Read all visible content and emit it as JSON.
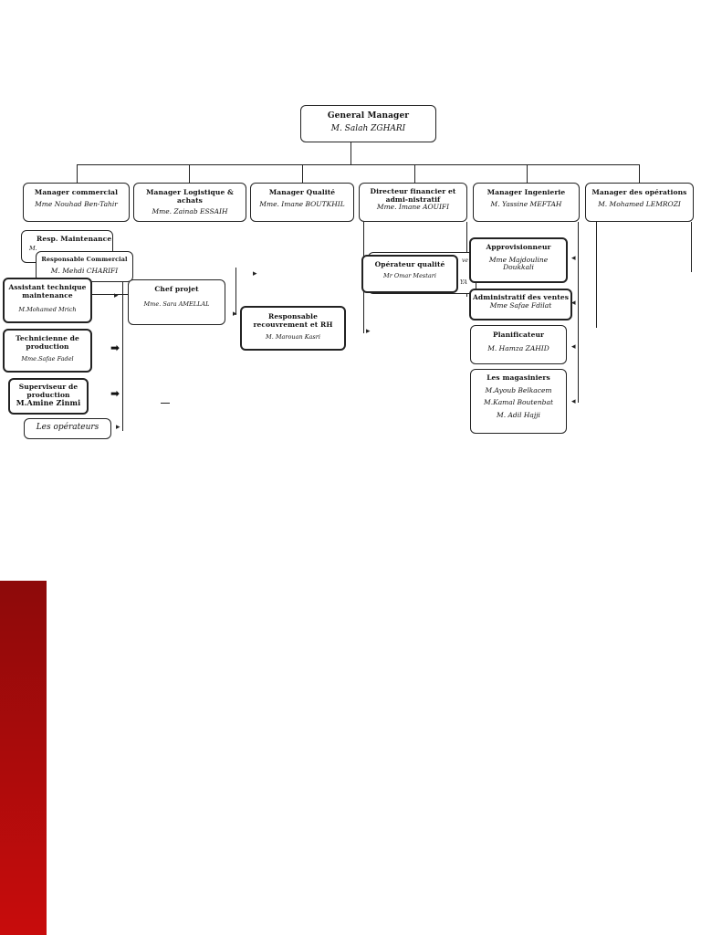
{
  "general_manager": {
    "title": "General Manager",
    "name": "M. Salah ZGHARI"
  },
  "managers": [
    {
      "title": "Manager commercial",
      "name": "Mme Nouhad Ben-Tahir"
    },
    {
      "title": "Manager Logistique & achats",
      "name": "Mme. Zainab ESSAIH"
    },
    {
      "title": "Manager Qualité",
      "name": "Mme. Imane BOUTKHIL"
    },
    {
      "title": "Directeur financier et admi-nistratif",
      "name": "Mme. Imane AOUIFI"
    },
    {
      "title": "Manager Ingenierie",
      "name": "M. Yassine MEFTAH"
    },
    {
      "title": "Manager des opérations",
      "name": "M. Mohamed LEMROZI"
    }
  ],
  "left": {
    "resp_maintenance": {
      "title": "Resp. Maintenance",
      "name_fragment": "M."
    },
    "responsable_commercial": {
      "title": "Responsable Commercial",
      "name": "M. Mehdi CHARIFI"
    },
    "assistant": {
      "title": "Assistant technique maintenance",
      "name": "M.Mohamed Mrich"
    },
    "technicienne": {
      "title": "Technicienne de production",
      "name": "Mme.Safae Fadel"
    },
    "superviseur": {
      "title": "Superviseur de production",
      "name": "M.Amine Zinmi"
    },
    "operateurs": {
      "title": "Les opérateurs"
    }
  },
  "center": {
    "chef_projet": {
      "title": "Chef projet",
      "name": "Mme. Sara AMELLAL"
    },
    "resp_recouvrement": {
      "title": "Responsable recouvrement et RH",
      "name": "M. Marouan Kasri"
    }
  },
  "finance": {
    "operateur_qualite": {
      "title": "Opérateur qualité",
      "name": "Mr Omar Mestari"
    },
    "fragment_a": "ve",
    "fragment_b": "YA"
  },
  "right": {
    "approvisionneur": {
      "title": "Approvisionneur",
      "name": "Mme Majdouline Doukkali"
    },
    "administratif": {
      "title": "Administratif des ventes",
      "name": "Mme Safae Fdilat"
    },
    "planificateur": {
      "title": "Planificateur",
      "name": "M. Hamza ZAHID"
    },
    "magasiniers": {
      "title": "Les magasiniers",
      "names": [
        "M.Ayoub Belkacem",
        "M.Kamal Boutenbat",
        "M. Adil Hajji"
      ]
    }
  }
}
